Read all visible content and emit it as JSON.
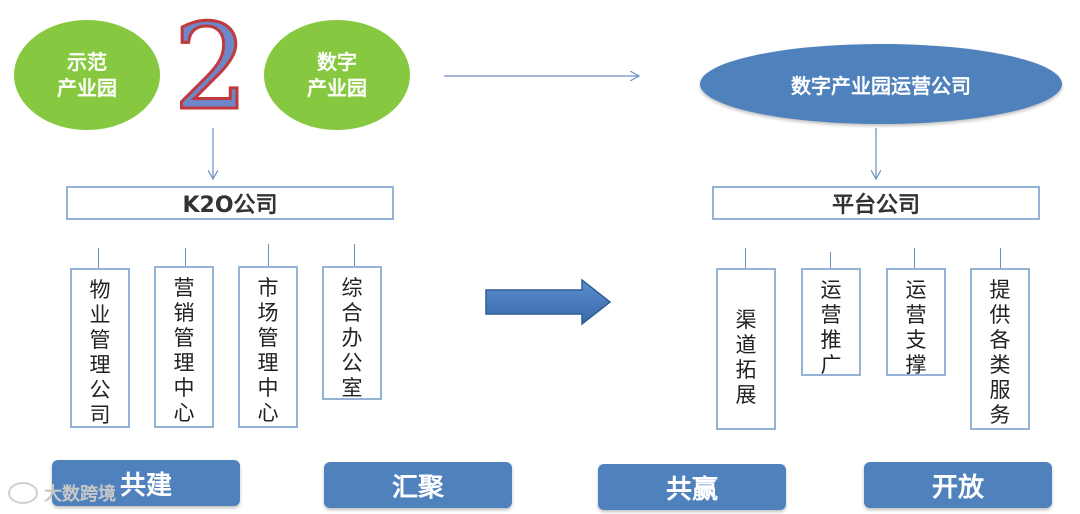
{
  "top_left": {
    "ellipse_left": "示范\n产业园",
    "number": "2",
    "ellipse_right": "数字\n产业园"
  },
  "top_right": {
    "ellipse": "数字产业园运营公司"
  },
  "left_company": "K2O公司",
  "right_company": "平台公司",
  "left_departments": [
    "物业管理公司",
    "营销管理中心",
    "市场管理中心",
    "综合办公室"
  ],
  "right_departments": [
    "渠道拓展",
    "运营推广",
    "运营支撑",
    "提供各类服务"
  ],
  "tags": [
    "共建",
    "汇聚",
    "共赢",
    "开放"
  ],
  "watermark": "大数跨境",
  "colors": {
    "green": "#86c940",
    "blue": "#4f81bd",
    "box_border": "#95b3d7"
  }
}
